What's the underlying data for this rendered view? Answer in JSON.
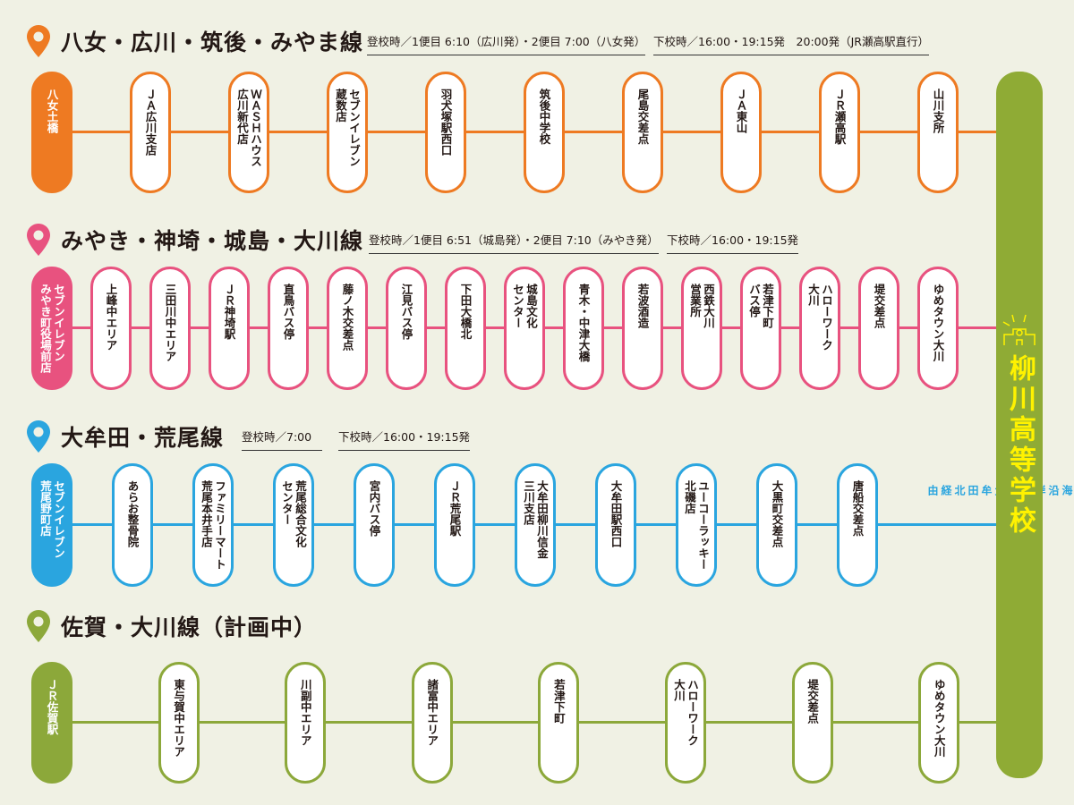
{
  "colors": {
    "orange": "#ee7a22",
    "pink": "#e8527f",
    "blue": "#2aa5df",
    "green": "#8ca83a",
    "school": "#8fab35",
    "school_text": "#fff200"
  },
  "school": {
    "name": "柳川高等学校",
    "icon": "school-building-icon"
  },
  "routes": [
    {
      "title": "八女・広川・筑後・みやま線",
      "color": "#ee7a22",
      "schedule": [
        "登校時／1便目 6:10（広川発）・2便目 7:00（八女発）",
        "下校時／16:00・19:15発　20:00発（JR瀬高駅直行）"
      ],
      "stops": [
        "八女土橋",
        "ＪＡ広川支店",
        "ＷＡＳＨハウス\n広川新代店",
        "セブンイレブン\n蔵数店",
        "羽犬塚駅西口",
        "筑後中学校",
        "尾島交差点",
        "ＪＡ東山",
        "ＪＲ瀬高駅",
        "山川支所"
      ]
    },
    {
      "title": "みやき・神埼・城島・大川線",
      "color": "#e8527f",
      "schedule": [
        "登校時／1便目 6:51（城島発）・2便目 7:10（みやき発）",
        "下校時／16:00・19:15発"
      ],
      "stops": [
        "セブンイレブン\nみやき町役場前店",
        "上峰中エリア",
        "三田川中エリア",
        "ＪＲ神埼駅",
        "直鳥バス停",
        "藤ノ木交差点",
        "江見バス停",
        "下田大橋北",
        "城島文化\nセンター",
        "青木・中津大橋",
        "若波酒造",
        "西鉄大川\n営業所",
        "若津下町\nバス停",
        "ハローワーク\n大川",
        "堤交差点",
        "ゆめタウン大川"
      ]
    },
    {
      "title": "大牟田・荒尾線",
      "color": "#2aa5df",
      "schedule": [
        "登校時／7:00",
        "下校時／16:00・19:15発"
      ],
      "stops": [
        "セブンイレブン\n荒尾野町店",
        "あらお整骨院",
        "ファミリーマート\n荒尾本井手店",
        "荒尾総合文化\nセンター",
        "宮内バス停",
        "ＪＲ荒尾駅",
        "大牟田柳川信金\n三川支店",
        "大牟田駅西口",
        "ユーコーラッキー\n北磯店",
        "大黒町交差点",
        "唐船交差点"
      ],
      "via": "有明海沿岸道路\n大牟田北経由"
    },
    {
      "title": "佐賀・大川線（計画中）",
      "color": "#8ca83a",
      "schedule": [],
      "stops": [
        "ＪＲ佐賀駅",
        "東与賀中エリア",
        "川副中エリア",
        "諸富中エリア",
        "若津下町",
        "ハローワーク\n大川",
        "堤交差点",
        "ゆめタウン大川"
      ]
    }
  ]
}
